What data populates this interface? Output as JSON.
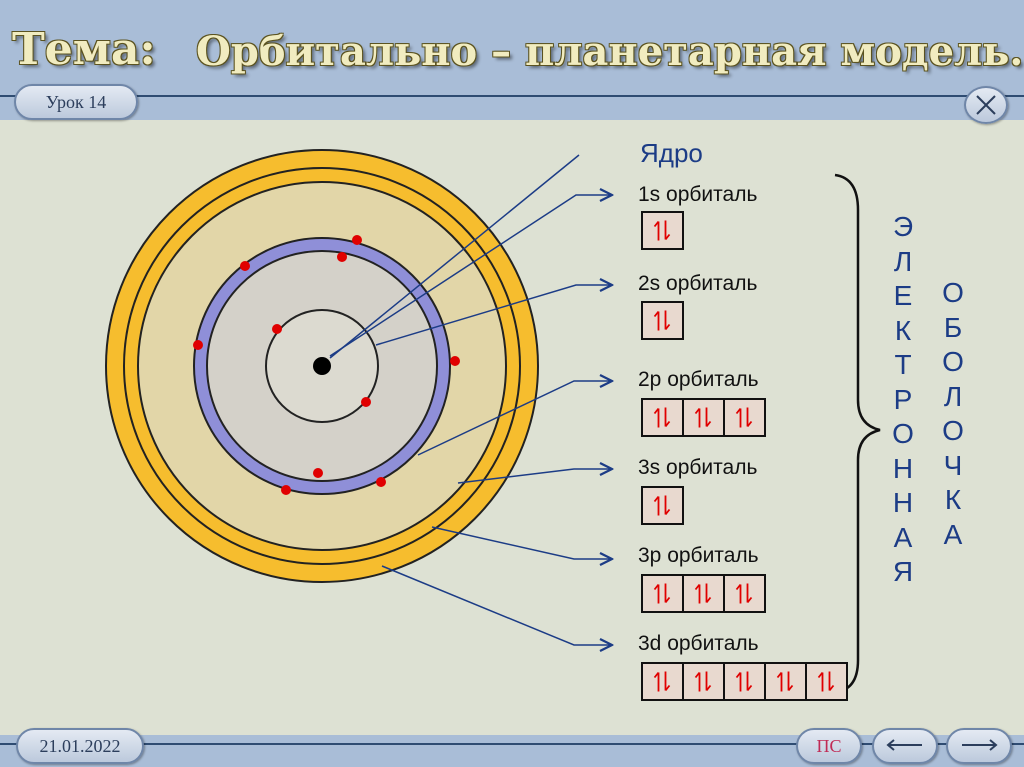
{
  "header": {
    "topic": "Тема:",
    "title": "Орбитально – планетарная модель."
  },
  "lesson_label": "Урок 14",
  "footer": {
    "date": "21.01.2022",
    "ps": "ПС"
  },
  "nucleus_label": "Ядро",
  "orbitals": [
    {
      "label": "1s орбиталь",
      "cells": 1
    },
    {
      "label": "2s орбиталь",
      "cells": 1
    },
    {
      "label": "2p орбиталь",
      "cells": 3
    },
    {
      "label": "3s орбиталь",
      "cells": 1
    },
    {
      "label": "3p орбиталь",
      "cells": 3
    },
    {
      "label": "3d орбиталь",
      "cells": 5
    }
  ],
  "vertical_word_1": [
    "Э",
    "Л",
    "Е",
    "К",
    "Т",
    "Р",
    "О",
    "Н",
    "Н",
    "А",
    "Я"
  ],
  "vertical_word_2": [
    "О",
    "Б",
    "О",
    "Л",
    "О",
    "Ч",
    "К",
    "А"
  ],
  "colors": {
    "outer_shell": "#f6bd2e",
    "outer_inner": "#e2d6a8",
    "second_shell": "#8f8fd8",
    "inner_disc": "#d4d1c9",
    "electron": "#e00000",
    "arrow": "#1c3c86"
  }
}
